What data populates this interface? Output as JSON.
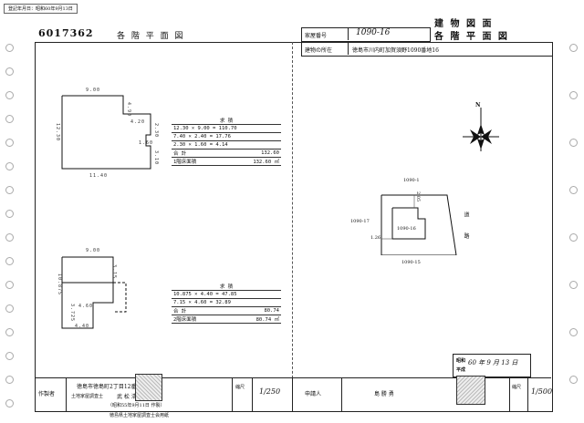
{
  "top_note": "登記年月日：昭和60年9月13日",
  "doc_number": "6017362",
  "left_title": "各 階 平 面 図",
  "right_header": {
    "kaoku_label": "家屋番号",
    "kaoku_value": "1090-16",
    "location_label": "建物の所在",
    "location_value": "徳島市川内町加賀須野1090番地16",
    "title1": "建 物 図 面",
    "title2": "各 階 平 面 図"
  },
  "floor1": {
    "dims": {
      "top": "9.00",
      "right_upper": "4.90",
      "step_w": "4.20",
      "step_h": "2.30",
      "notch_w": "1.60",
      "right_lower": "3.10",
      "left": "12.30",
      "bottom": "11.40"
    },
    "table": {
      "header": "求      積",
      "rows": [
        "12.30 × 9.00 = 110.70",
        "7.40 × 2.40 = 17.76",
        "2.30 × 1.60 = 4.14"
      ],
      "subtotal_label": "合   計",
      "subtotal_value": "132.60",
      "total_label": "1階床面積",
      "total_value": "132.60 ㎡"
    }
  },
  "floor2": {
    "dims": {
      "top": "9.00",
      "left": "10.875",
      "step": "4.60",
      "lower_left": "3.725",
      "right_dash": "3.15",
      "bottom": "4.40"
    },
    "table": {
      "header": "求      積",
      "rows": [
        "10.875 × 4.40 = 47.85",
        "7.15 × 4.60 = 32.89"
      ],
      "subtotal_label": "合   計",
      "subtotal_value": "80.74",
      "total_label": "2階床面積",
      "total_value": "80.74 ㎡"
    }
  },
  "site": {
    "north": "N",
    "lot_top": "1090-1",
    "lot_left": "1090-17",
    "lot_center": "1090-16",
    "lot_bottom": "1090-15",
    "small_dim_top": "2.05",
    "small_dim_left": "1.26",
    "road": "道 路"
  },
  "date_box": {
    "era_top": "昭和",
    "era_bottom": "平成",
    "date": "60 年 9 月 13 日"
  },
  "footer_left": {
    "label": "作製者",
    "line1": "徳島市徳島町2丁目12番地",
    "line2_prefix": "土地家屋調査士",
    "line2_name": "武 松 浩 人",
    "line3": "（昭和55年9月11日 作製）",
    "scale_label": "縮尺",
    "scale_value": "1/250",
    "association": "徳島県土地家屋調査士会用紙"
  },
  "footer_right": {
    "label": "申請人",
    "name": "島   勝   勇",
    "scale_label": "縮尺",
    "scale_value": "1/500"
  }
}
